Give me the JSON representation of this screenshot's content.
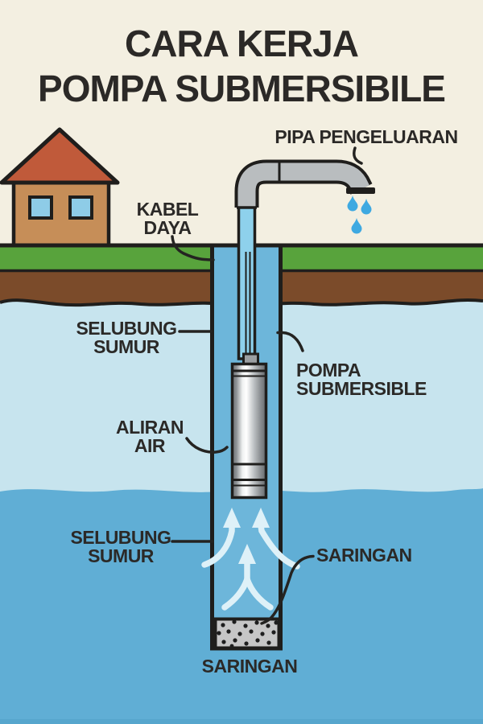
{
  "title": {
    "line1": "CARA KERJA",
    "line2": "POMPA SUBMERSIBILE"
  },
  "labels": {
    "pipa_pengeluaran": "PIPA PENGELUARAN",
    "kabel_daya": {
      "line1": "KABEL",
      "line2": "DAYA"
    },
    "selubung_sumur_upper": {
      "line1": "SELUBUNG",
      "line2": "SUMUR"
    },
    "pompa_submersible": {
      "line1": "POMPA",
      "line2": "SUBMERSIBLE"
    },
    "aliran_air": {
      "line1": "ALIRAN",
      "line2": "AIR"
    },
    "selubung_sumur_lower": {
      "line1": "SELUBUNG",
      "line2": "SUMUR"
    },
    "saringan_side": "SARINGAN",
    "saringan_bottom": "SARINGAN"
  },
  "colors": {
    "background": "#f3efe1",
    "ink": "#2b2927",
    "outline": "#1f1e1c",
    "roof": "#c05a3a",
    "house_wall": "#c68e58",
    "window": "#8ecce7",
    "grass": "#58a33c",
    "soil": "#7b4b2a",
    "water_upper": "#c7e4ee",
    "water_lower": "#60aed5",
    "well_casing": "#6db6da",
    "riser_pipe_water": "#8ed1ec",
    "outlet_pipe_gray": "#b9bdbf",
    "pump_metal": "#9b9fa2",
    "water_drop": "#3ea9e1",
    "flow_arrow": "#def1f8",
    "screen_gravel": "#c6c6c6"
  }
}
